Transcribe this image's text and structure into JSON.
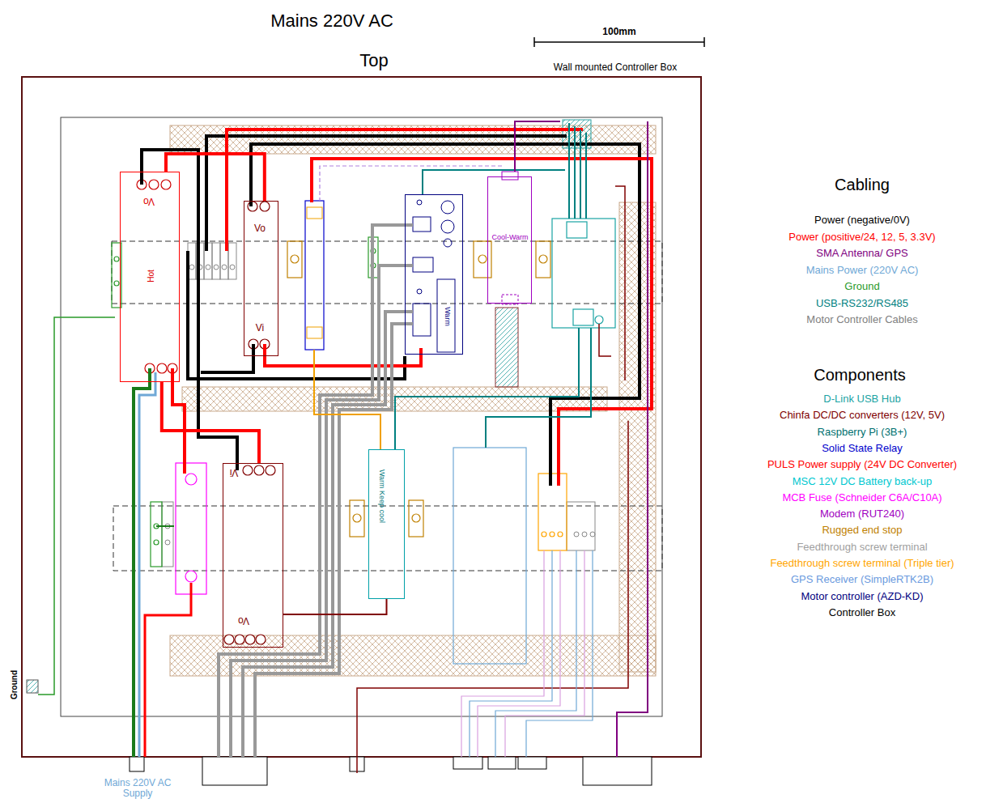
{
  "diagram": {
    "title": "Mains 220V AC",
    "nodes": [
      {
        "text": [
          "Wall mounted Controller Box"
        ]
      },
      {
        "text": [
          "Vo",
          "Hot"
        ],
        "in": 0
      },
      {
        "text": [
          "Vo",
          "Vi"
        ],
        "in": 0
      },
      {
        "text": [
          "Warm"
        ],
        "in": 0
      },
      {
        "text": [
          "Cool-Warm"
        ],
        "in": 0
      },
      {
        "text": [
          "Vi",
          "Vo"
        ],
        "in": 0
      },
      {
        "text": [
          "Warm Keep cool"
        ],
        "in": 0
      }
    ],
    "edges": [
      {
        "from": 1,
        "to": 2,
        "arrow": "none"
      },
      {
        "from": 1,
        "to": 5,
        "arrow": "none"
      },
      {
        "from": 5,
        "to": 6,
        "arrow": "none"
      }
    ],
    "labels": [
      "Top",
      "100mm",
      "Ground",
      "Mains 220V AC Supply",
      "Cabling",
      "Components"
    ],
    "legend": [
      {
        "text": "Power (negative/0V)",
        "color": "#000000"
      },
      {
        "text": "Power (positive/24, 12, 5, 3.3V)",
        "color": "#ff0000"
      },
      {
        "text": "SMA Antenna/ GPS",
        "color": "#800080"
      },
      {
        "text": "Mains Power (220V AC)",
        "color": "#6fa8d6"
      },
      {
        "text": "Ground",
        "color": "#2a9a2a"
      },
      {
        "text": "USB-RS232/RS485",
        "color": "#008080"
      },
      {
        "text": "Motor Controller Cables",
        "color": "#808080"
      },
      {
        "text": "D-Link USB Hub",
        "color": "#1aa3a3"
      },
      {
        "text": "Chinfa DC/DC converters (12V, 5V)",
        "color": "#800000"
      },
      {
        "text": "Raspberry Pi (3B+)",
        "color": "#007070"
      },
      {
        "text": "Solid State Relay",
        "color": "#0000cc"
      },
      {
        "text": "PULS Power supply (24V DC Converter)",
        "color": "#ff0000"
      },
      {
        "text": "MSC 12V DC Battery back-up",
        "color": "#00c8d0"
      },
      {
        "text": "MCB Fuse (Schneider C6A/C10A)",
        "color": "#ff00ff"
      },
      {
        "text": "Modem (RUT240)",
        "color": "#a000c0"
      },
      {
        "text": "Rugged end stop",
        "color": "#c08000"
      },
      {
        "text": "Feedthrough screw terminal",
        "color": "#a0a0a0"
      },
      {
        "text": "Feedthrough screw terminal (Triple tier)",
        "color": "#ffa500"
      },
      {
        "text": "GPS Receiver (SimpleRTK2B)",
        "color": "#6a9ade"
      },
      {
        "text": "Motor controller (AZD-KD)",
        "color": "#000080"
      },
      {
        "text": "Controller Box",
        "color": "#000000"
      }
    ]
  }
}
